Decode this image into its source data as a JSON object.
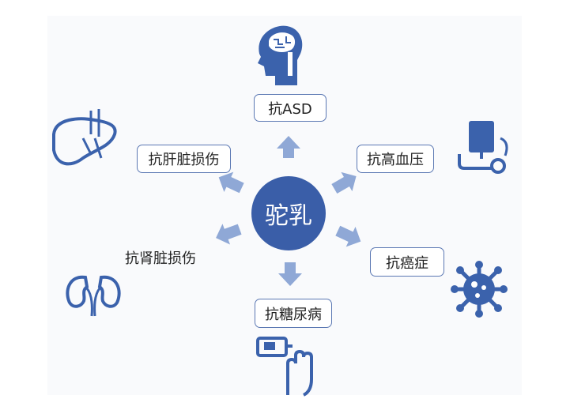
{
  "center": {
    "label": "驼乳"
  },
  "effects": [
    {
      "label": "抗ASD",
      "icon": "brain-head-icon"
    },
    {
      "label": "抗高血压",
      "icon": "blood-pressure-monitor-icon"
    },
    {
      "label": "抗癌症",
      "icon": "virus-cell-icon"
    },
    {
      "label": "抗糖尿病",
      "icon": "glucose-meter-icon"
    },
    {
      "label": "抗肾脏损伤",
      "icon": "kidneys-icon"
    },
    {
      "label": "抗肝脏损伤",
      "icon": "liver-icon"
    }
  ],
  "colors": {
    "primary": "#3a5ea8",
    "arrow": "#8fa8d6",
    "icon": "#3b62ac"
  }
}
